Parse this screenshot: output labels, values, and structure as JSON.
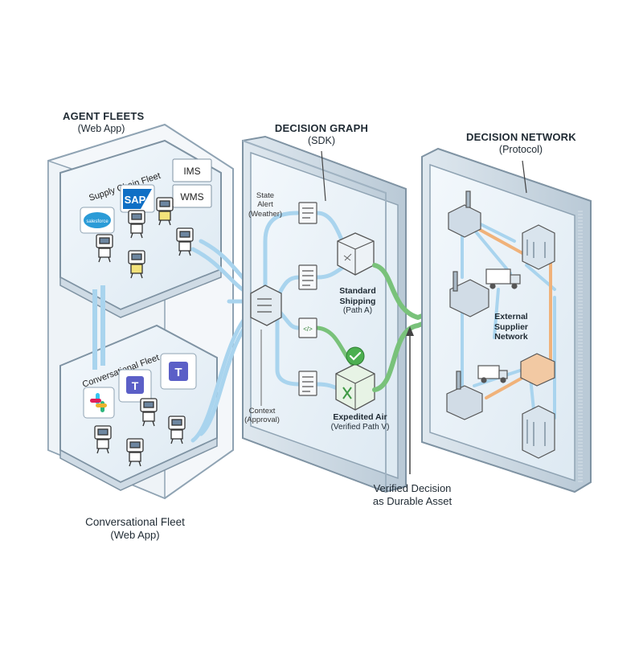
{
  "agent_fleets": {
    "title": "AGENT FLEETS",
    "subtitle": "(Web App)",
    "panel_label": "Supply Chain Fleet",
    "logos": [
      "salesforce",
      "SAP"
    ],
    "systems": [
      "IMS",
      "WMS"
    ]
  },
  "conversational_fleet": {
    "panel_label": "Conversational Fleet",
    "bottom_title": "Conversational Fleet",
    "bottom_subtitle": "(Web App)"
  },
  "decision_graph": {
    "title": "DECISION GRAPH",
    "subtitle": "(SDK)",
    "state_alert": [
      "State",
      "Alert",
      "(Weather)"
    ],
    "context": [
      "Context",
      "(Approval)"
    ],
    "standard": {
      "line1": "Standard",
      "line2": "Shipping",
      "sub": "(Path A)"
    },
    "expedited": {
      "line1": "Expedited Air",
      "sub": "(Verified Path V)"
    }
  },
  "decision_network": {
    "title": "DECISION NETWORK",
    "subtitle": "(Protocol)",
    "external": [
      "External",
      "Supplier",
      "Network"
    ]
  },
  "verified": {
    "line1": "Verified Decision",
    "line2": "as Durable Asset"
  },
  "colors": {
    "frame": "#8fa3b3",
    "glass": "#e9f2f9",
    "pipe": "#a9d4ee",
    "green": "#6cbf6a",
    "orange": "#f0b27a"
  }
}
